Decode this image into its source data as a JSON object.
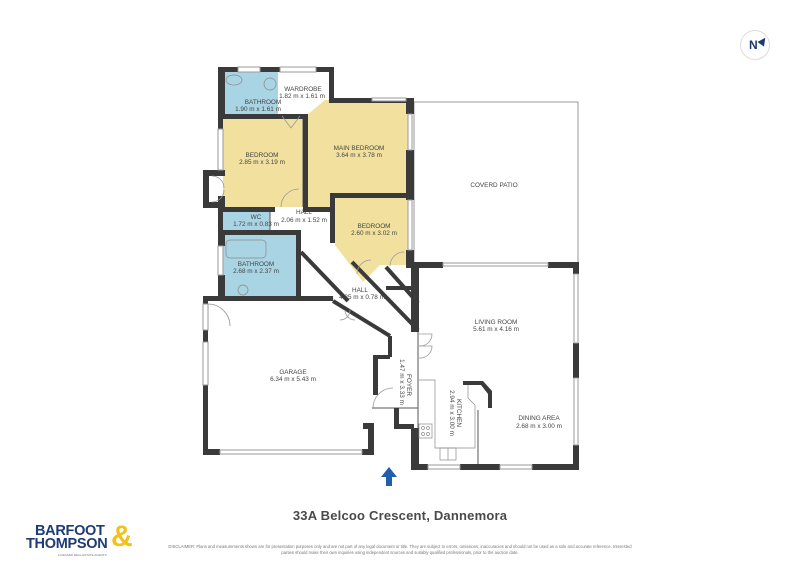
{
  "compass": {
    "label": "N",
    "icon": "north-arrow-icon"
  },
  "rooms": {
    "bathroom1": {
      "name": "BATHROOM",
      "dims": "1.90 m x 1.61 m"
    },
    "wardrobe": {
      "name": "WARDROBE",
      "dims": "1.82 m x 1.61 m"
    },
    "bedroom1": {
      "name": "BEDROOM",
      "dims": "2.85 m x 3.19 m"
    },
    "main_bedroom": {
      "name": "MAIN BEDROOM",
      "dims": "3.64 m x 3.78 m"
    },
    "covered_patio": {
      "name": "COVERD PATIO",
      "dims": ""
    },
    "wc": {
      "name": "WC",
      "dims": "1.72 m x 0.83 m"
    },
    "hall1": {
      "name": "HALL",
      "dims": "2.06 m x 1.52 m"
    },
    "bedroom2": {
      "name": "BEDROOM",
      "dims": "2.60 m x 3.02 m"
    },
    "bathroom2": {
      "name": "BATHROOM",
      "dims": "2.68 m x 2.37 m"
    },
    "hall2": {
      "name": "HALL",
      "dims": "4.35 m x 0.78 m"
    },
    "living_room": {
      "name": "LIVING ROOM",
      "dims": "5.61 m x 4.16 m"
    },
    "garage": {
      "name": "GARAGE",
      "dims": "6.34 m x 5.43 m"
    },
    "foyer": {
      "name": "FOYER",
      "dims": "1.47 m x 3.33 m"
    },
    "kitchen": {
      "name": "KITCHEN",
      "dims": "2.94 m x 3.00 m"
    },
    "dining_area": {
      "name": "DINING AREA",
      "dims": "2.68 m x 3.00 m"
    }
  },
  "colors": {
    "wet_area": "#a9d4e4",
    "bedroom": "#f2e19e",
    "wall": "#3a3a3a",
    "entry_arrow": "#1f5fae",
    "brand_blue": "#1f3b73",
    "brand_gold": "#f2c21b"
  },
  "entry_marker": {
    "icon": "entry-arrow-icon"
  },
  "address": "33A Belcoo Crescent, Dannemora",
  "logo": {
    "line1": "BARFOOT",
    "line2": "THOMPSON",
    "amp": "&",
    "tagline": "LICENSED REAL ESTATE AGENTS"
  },
  "disclaimer": "DISCLAIMER: Plans and measurements shown are for presentation purposes only and are not part of any legal document or title. They are subject to errors, omissions, inaccuracies and should not be used as a sole and accurate reference. Interested parties should make their own inquiries using independent sources and suitably qualified professionals, prior to the auction date."
}
